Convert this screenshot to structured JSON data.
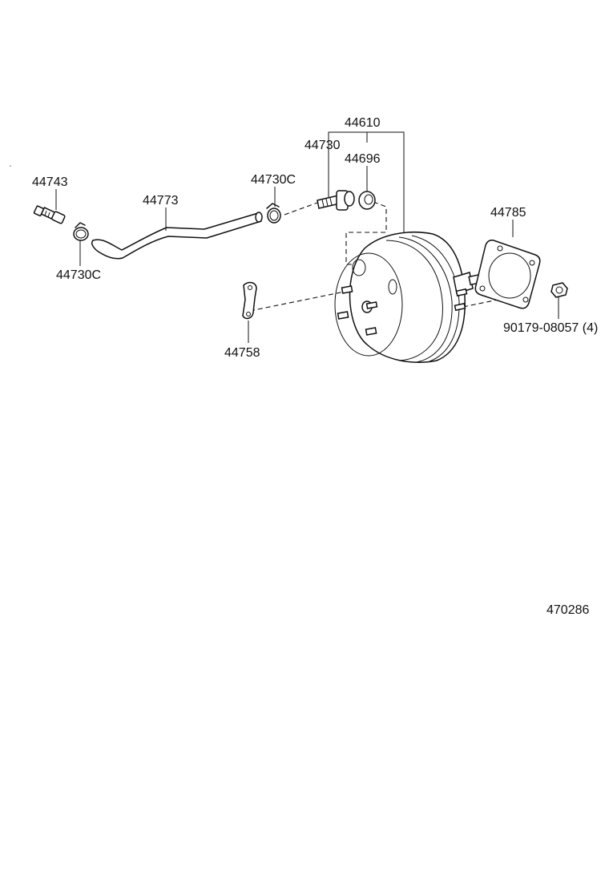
{
  "parts": [
    {
      "id": "p44743",
      "label": "44743"
    },
    {
      "id": "p44773",
      "label": "44773"
    },
    {
      "id": "p44730C_top",
      "label": "44730C"
    },
    {
      "id": "p44730C_bottom",
      "label": "44730C"
    },
    {
      "id": "p44610",
      "label": "44610"
    },
    {
      "id": "p44730",
      "label": "44730"
    },
    {
      "id": "p44696",
      "label": "44696"
    },
    {
      "id": "p44785",
      "label": "44785"
    },
    {
      "id": "p90179",
      "label": "90179-08057 (4)"
    },
    {
      "id": "p44758",
      "label": "44758"
    }
  ],
  "illustration_number": "470286"
}
